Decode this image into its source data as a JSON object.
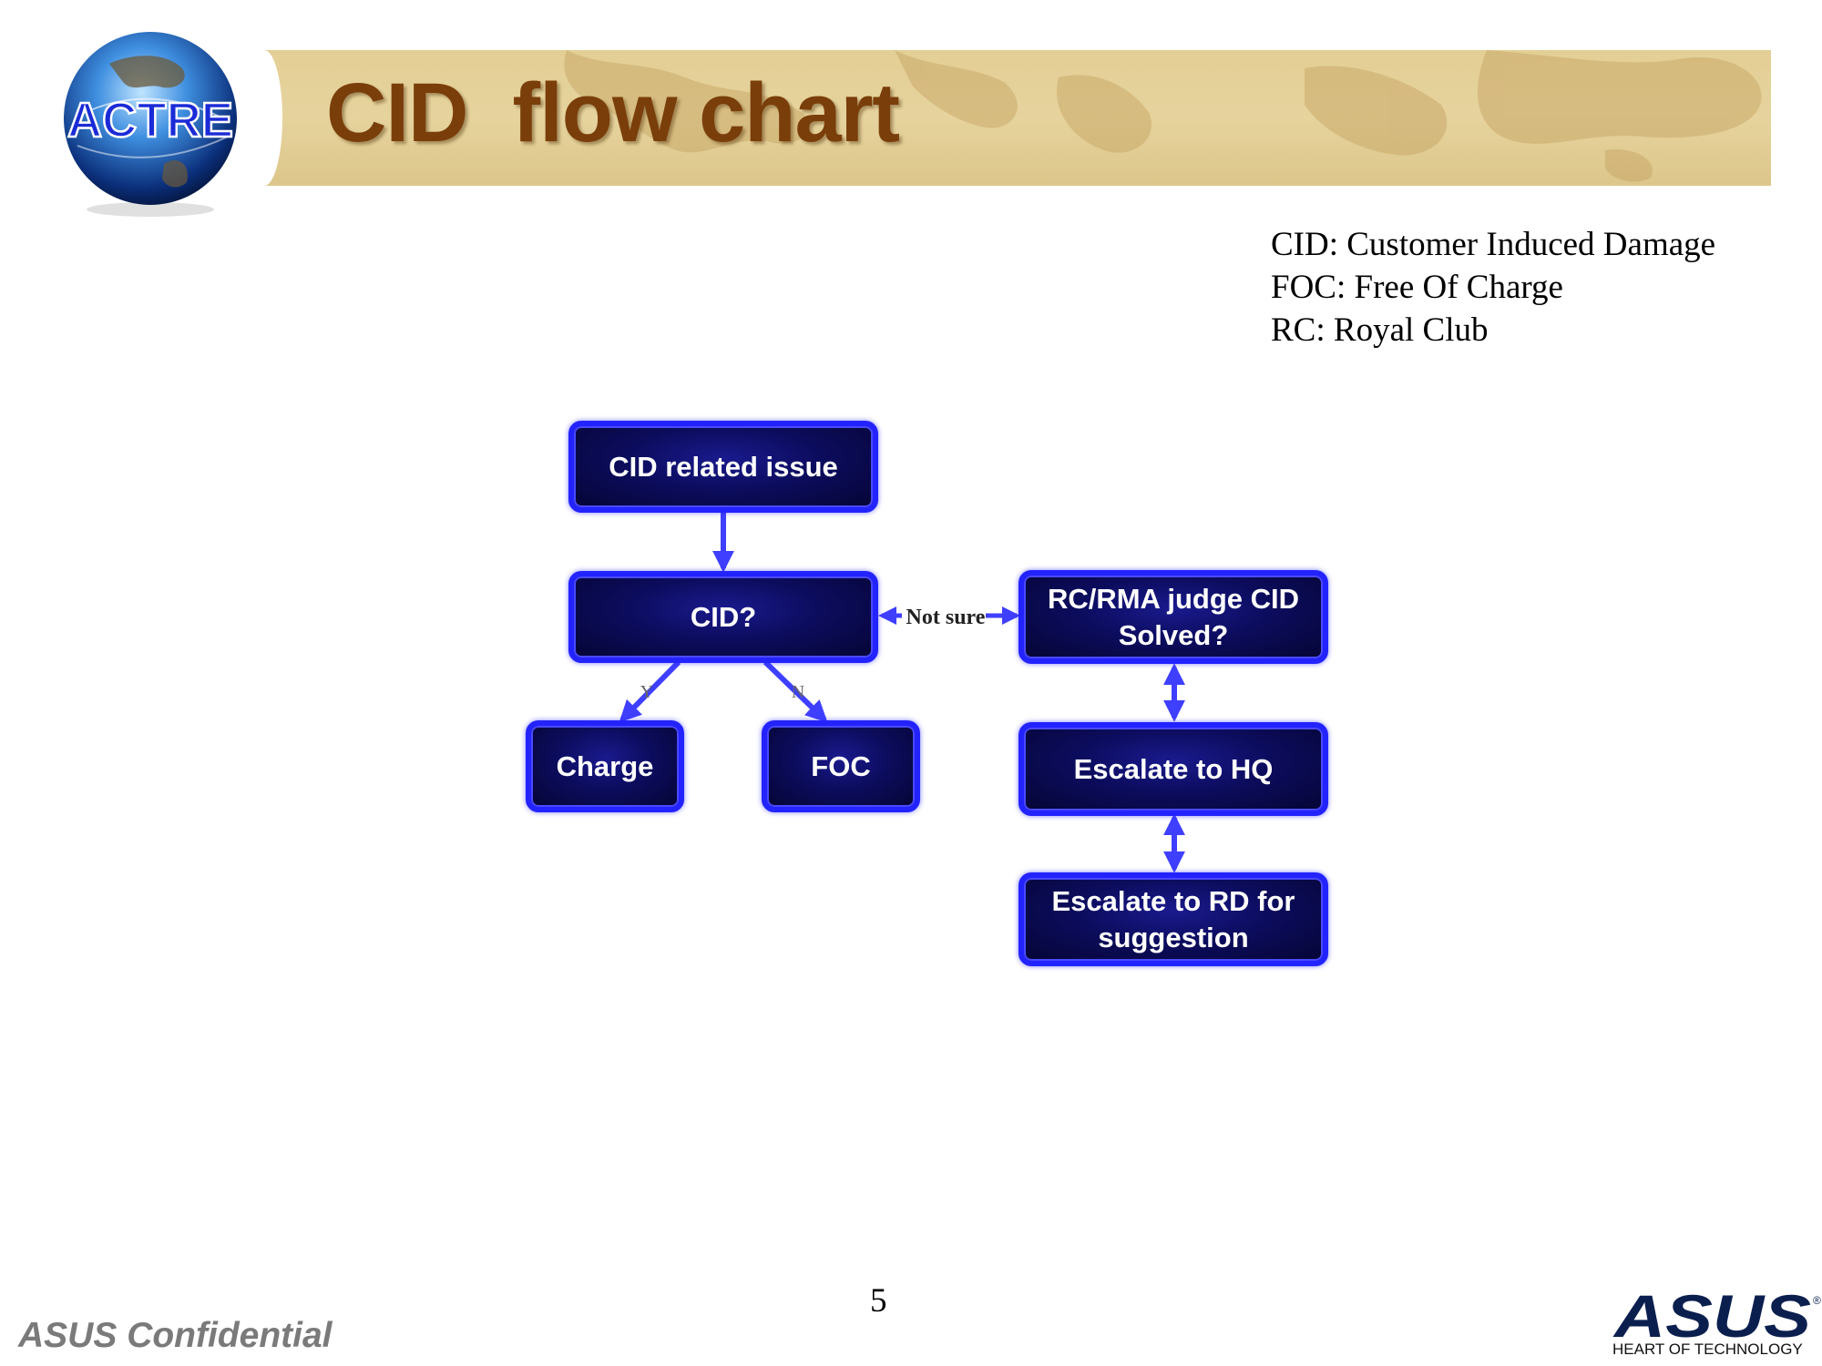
{
  "slide": {
    "title": "CID  flow chart",
    "logo_text": "ACTRE",
    "page_number": "5",
    "confidential": "ASUS Confidential",
    "brand": "ASUS",
    "brand_tagline": "HEART OF TECHNOLOGY",
    "brand_registered": "®"
  },
  "glossary": [
    "CID: Customer Induced Damage",
    "FOC: Free Of Charge",
    "RC: Royal Club"
  ],
  "flowchart": {
    "nodes": {
      "start": "CID related issue",
      "decision": "CID?",
      "charge": "Charge",
      "foc": "FOC",
      "judge_line1": "RC/RMA judge CID",
      "judge_line2": "Solved?",
      "escalate_hq": "Escalate to HQ",
      "escalate_rd_line1": "Escalate to RD for",
      "escalate_rd_line2": "suggestion"
    },
    "edge_labels": {
      "yes": "Y",
      "no": "N",
      "not_sure": "Not sure"
    }
  },
  "colors": {
    "title": "#7a3e0a",
    "banner": "#e3cf95",
    "node_border": "#2323ff",
    "node_fill": "#0c0c5e",
    "arrow": "#3f3fff"
  }
}
